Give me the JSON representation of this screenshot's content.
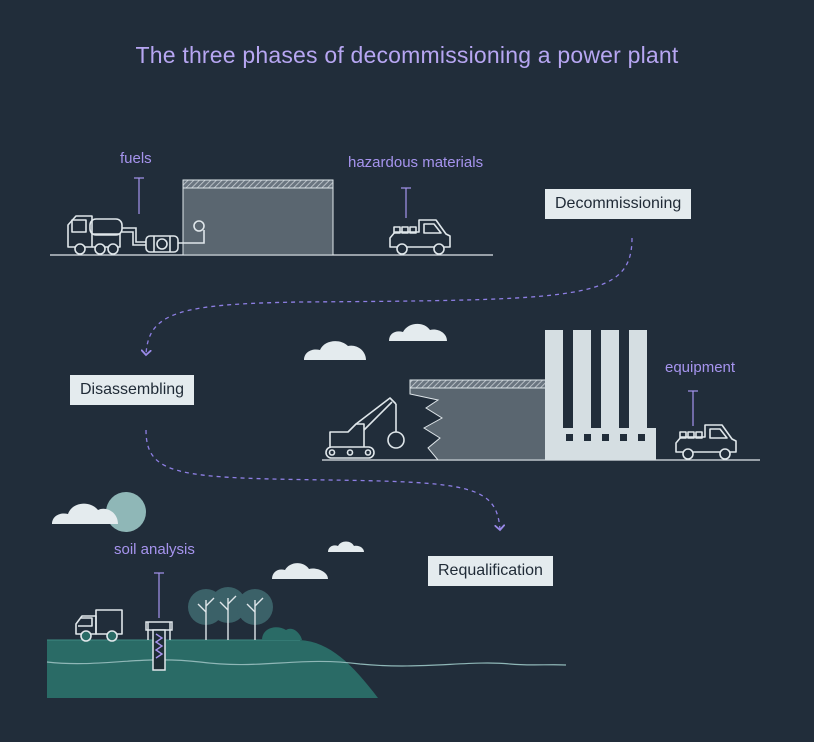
{
  "title": "The three phases of decommissioning a power plant",
  "labels": {
    "fuels": "fuels",
    "hazardous": "hazardous materials",
    "equipment": "equipment",
    "soil": "soil analysis"
  },
  "phases": {
    "decommissioning": "Decommissioning",
    "disassembling": "Disassembling",
    "requalification": "Requalification"
  },
  "colors": {
    "background": "#212d3a",
    "accent": "#a694ee",
    "line": "#dfe6ea",
    "building": "#5a6670",
    "ground": "#2a6b66",
    "tree": "#3b6168",
    "sun": "#8fb7b7",
    "label_bg": "#e4ebee"
  }
}
